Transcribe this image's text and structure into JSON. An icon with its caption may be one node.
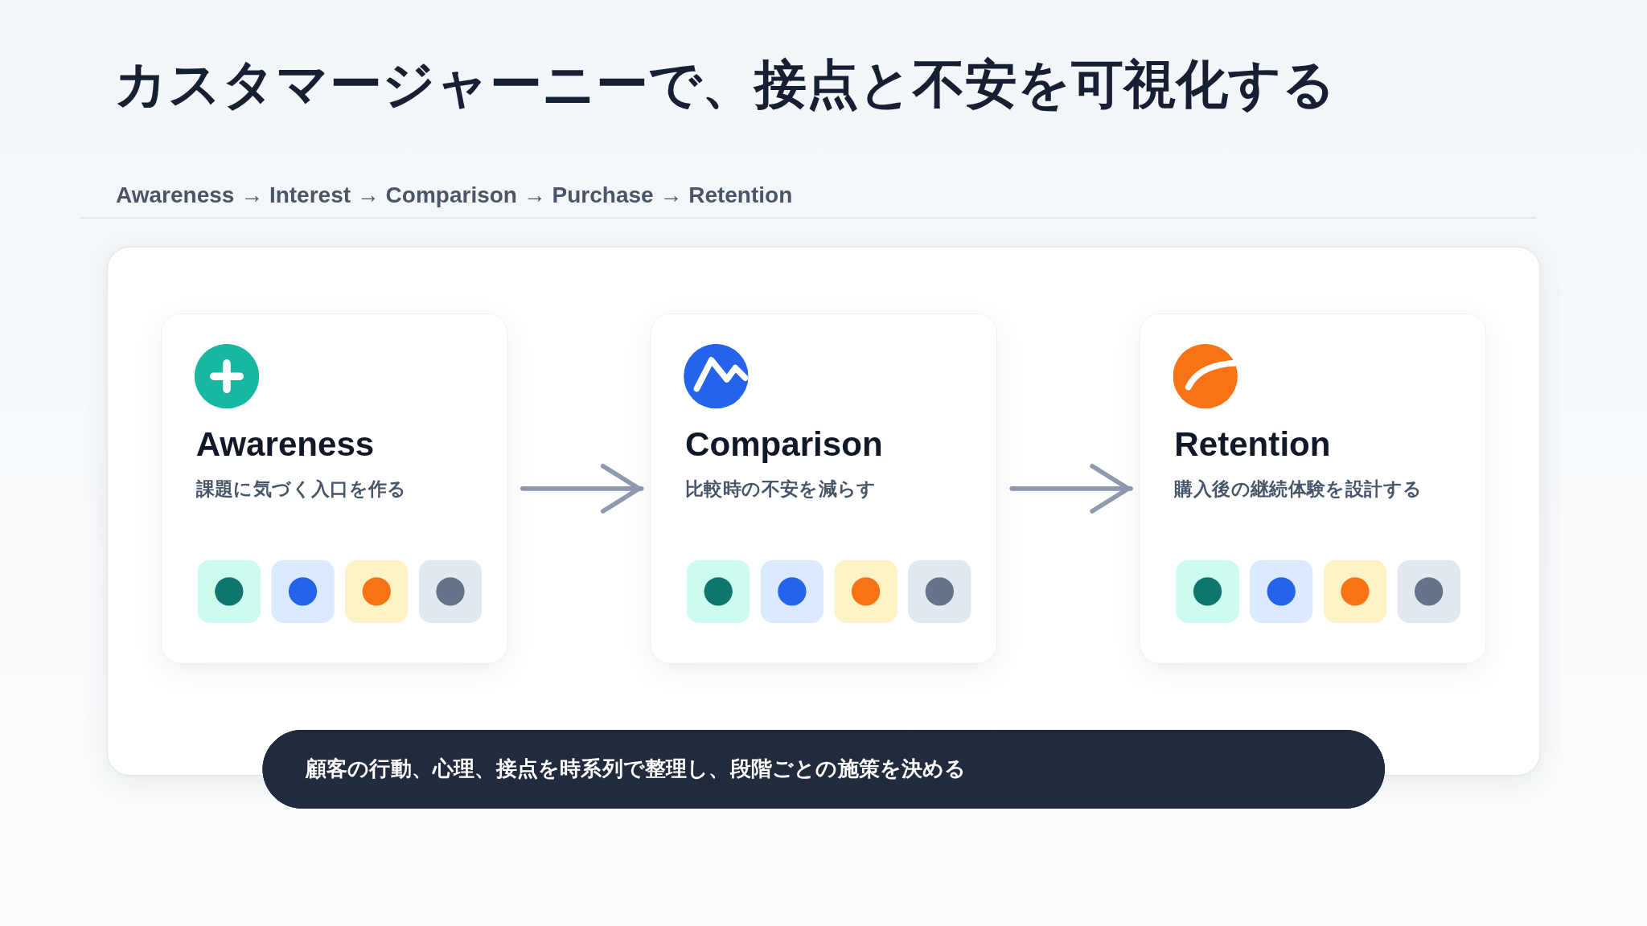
{
  "diagram": {
    "title": "カスタマージャーニーで、接点と不安を可視化する",
    "nodes": [
      {
        "text": [],
        "shape": "box"
      },
      {
        "text": [
          "Awareness",
          "課題に気づく入口を作る"
        ],
        "in": 0
      },
      {
        "text": [
          "Comparison",
          "比較時の不安を減らす"
        ],
        "in": 0
      },
      {
        "text": [
          "Retention",
          "購入後の継続体験を設計する"
        ],
        "in": 0
      },
      {
        "text": [
          "顧客の行動、心理、接点を時系列で整理し、段階ごとの施策を決める"
        ]
      }
    ],
    "edges": [
      {
        "from": 1,
        "to": 2,
        "arrow": "to"
      },
      {
        "from": 2,
        "to": 3,
        "arrow": "to"
      }
    ],
    "labels": [
      "Awareness → Interest → Comparison → Purchase → Retention"
    ]
  }
}
